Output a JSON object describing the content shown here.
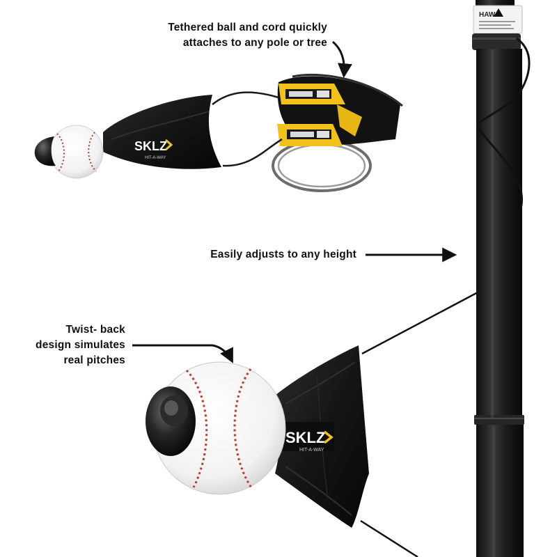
{
  "callouts": {
    "tether": {
      "line1": "Tethered ball and cord quickly",
      "line2": "attaches to any pole or tree"
    },
    "height": {
      "line1": "Easily adjusts to any height"
    },
    "twist": {
      "line1": "Twist- back",
      "line2": "design simulates",
      "line3": "real pitches"
    }
  },
  "brand": {
    "logo_text": "SKLZ",
    "product_text": "HIT-A-WAY",
    "pole_label_text": "HAW"
  },
  "colors": {
    "background": "#ffffff",
    "text": "#111111",
    "pole": "#1b1b1b",
    "strap_yellow": "#f2c21b",
    "ball": "#f7f7f7",
    "stitch": "#c0392b",
    "sleeve": "#161616"
  }
}
